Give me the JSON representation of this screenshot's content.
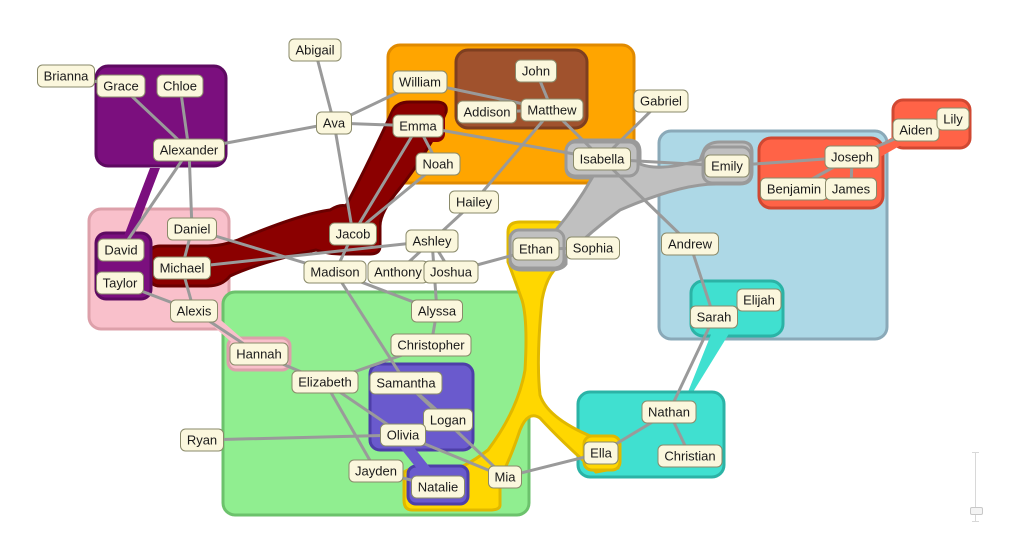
{
  "nodes": [
    {
      "id": "Abigail",
      "label": "Abigail"
    },
    {
      "id": "Brianna",
      "label": "Brianna"
    },
    {
      "id": "Grace",
      "label": "Grace"
    },
    {
      "id": "Chloe",
      "label": "Chloe"
    },
    {
      "id": "Alexander",
      "label": "Alexander"
    },
    {
      "id": "William",
      "label": "William"
    },
    {
      "id": "John",
      "label": "John"
    },
    {
      "id": "Addison",
      "label": "Addison"
    },
    {
      "id": "Matthew",
      "label": "Matthew"
    },
    {
      "id": "Gabriel",
      "label": "Gabriel"
    },
    {
      "id": "Ava",
      "label": "Ava"
    },
    {
      "id": "Emma",
      "label": "Emma"
    },
    {
      "id": "Noah",
      "label": "Noah"
    },
    {
      "id": "Isabella",
      "label": "Isabella"
    },
    {
      "id": "Emily",
      "label": "Emily"
    },
    {
      "id": "Joseph",
      "label": "Joseph"
    },
    {
      "id": "Benjamin",
      "label": "Benjamin"
    },
    {
      "id": "James",
      "label": "James"
    },
    {
      "id": "Aiden",
      "label": "Aiden"
    },
    {
      "id": "Lily",
      "label": "Lily"
    },
    {
      "id": "Hailey",
      "label": "Hailey"
    },
    {
      "id": "Daniel",
      "label": "Daniel"
    },
    {
      "id": "David",
      "label": "David"
    },
    {
      "id": "Taylor",
      "label": "Taylor"
    },
    {
      "id": "Michael",
      "label": "Michael"
    },
    {
      "id": "Jacob",
      "label": "Jacob"
    },
    {
      "id": "Ashley",
      "label": "Ashley"
    },
    {
      "id": "Ethan",
      "label": "Ethan"
    },
    {
      "id": "Sophia",
      "label": "Sophia"
    },
    {
      "id": "Andrew",
      "label": "Andrew"
    },
    {
      "id": "Madison",
      "label": "Madison"
    },
    {
      "id": "Anthony",
      "label": "Anthony"
    },
    {
      "id": "Joshua",
      "label": "Joshua"
    },
    {
      "id": "Alexis",
      "label": "Alexis"
    },
    {
      "id": "Alyssa",
      "label": "Alyssa"
    },
    {
      "id": "Sarah",
      "label": "Sarah"
    },
    {
      "id": "Elijah",
      "label": "Elijah"
    },
    {
      "id": "Hannah",
      "label": "Hannah"
    },
    {
      "id": "Christopher",
      "label": "Christopher"
    },
    {
      "id": "Elizabeth",
      "label": "Elizabeth"
    },
    {
      "id": "Samantha",
      "label": "Samantha"
    },
    {
      "id": "Logan",
      "label": "Logan"
    },
    {
      "id": "Nathan",
      "label": "Nathan"
    },
    {
      "id": "Ryan",
      "label": "Ryan"
    },
    {
      "id": "Olivia",
      "label": "Olivia"
    },
    {
      "id": "Christian",
      "label": "Christian"
    },
    {
      "id": "Jayden",
      "label": "Jayden"
    },
    {
      "id": "Mia",
      "label": "Mia"
    },
    {
      "id": "Ella",
      "label": "Ella"
    },
    {
      "id": "Natalie",
      "label": "Natalie"
    }
  ],
  "edges": [
    [
      "Brianna",
      "Grace"
    ],
    [
      "Grace",
      "Alexander"
    ],
    [
      "Chloe",
      "Alexander"
    ],
    [
      "Alexander",
      "Ava"
    ],
    [
      "Alexander",
      "Daniel"
    ],
    [
      "Alexander",
      "David"
    ],
    [
      "Abigail",
      "Ava"
    ],
    [
      "Ava",
      "William"
    ],
    [
      "Ava",
      "Emma"
    ],
    [
      "Ava",
      "Jacob"
    ],
    [
      "William",
      "Matthew"
    ],
    [
      "John",
      "Matthew"
    ],
    [
      "Addison",
      "Matthew"
    ],
    [
      "Matthew",
      "Isabella"
    ],
    [
      "Matthew",
      "Hailey"
    ],
    [
      "Emma",
      "Isabella"
    ],
    [
      "Emma",
      "Noah"
    ],
    [
      "Gabriel",
      "Isabella"
    ],
    [
      "Isabella",
      "Emily"
    ],
    [
      "Isabella",
      "Andrew"
    ],
    [
      "Emily",
      "Joseph"
    ],
    [
      "Joseph",
      "Benjamin"
    ],
    [
      "Joseph",
      "James"
    ],
    [
      "Joseph",
      "Aiden"
    ],
    [
      "Aiden",
      "Lily"
    ],
    [
      "Hailey",
      "Anthony"
    ],
    [
      "Daniel",
      "Madison"
    ],
    [
      "Daniel",
      "Michael"
    ],
    [
      "Michael",
      "Alexis"
    ],
    [
      "Michael",
      "Ashley"
    ],
    [
      "Taylor",
      "Alexis"
    ],
    [
      "Alexis",
      "Hannah"
    ],
    [
      "Hannah",
      "Elizabeth"
    ],
    [
      "Jacob",
      "Madison"
    ],
    [
      "Jacob",
      "Emma"
    ],
    [
      "Ashley",
      "Joshua"
    ],
    [
      "Ashley",
      "Alyssa"
    ],
    [
      "Ethan",
      "Sophia"
    ],
    [
      "Ethan",
      "Joshua"
    ],
    [
      "Andrew",
      "Sarah"
    ],
    [
      "Sarah",
      "Elijah"
    ],
    [
      "Sarah",
      "Nathan"
    ],
    [
      "Madison",
      "Samantha"
    ],
    [
      "Madison",
      "Alyssa"
    ],
    [
      "Alyssa",
      "Christopher"
    ],
    [
      "Christopher",
      "Elizabeth"
    ],
    [
      "Elizabeth",
      "Olivia"
    ],
    [
      "Elizabeth",
      "Jayden"
    ],
    [
      "Samantha",
      "Logan"
    ],
    [
      "Ryan",
      "Olivia"
    ],
    [
      "Olivia",
      "Mia"
    ],
    [
      "Jayden",
      "Natalie"
    ],
    [
      "Mia",
      "Ella"
    ],
    [
      "Mia",
      "Samantha"
    ],
    [
      "Ella",
      "Nathan"
    ],
    [
      "Nathan",
      "Christian"
    ],
    [
      "Noah",
      "Jacob"
    ]
  ]
}
